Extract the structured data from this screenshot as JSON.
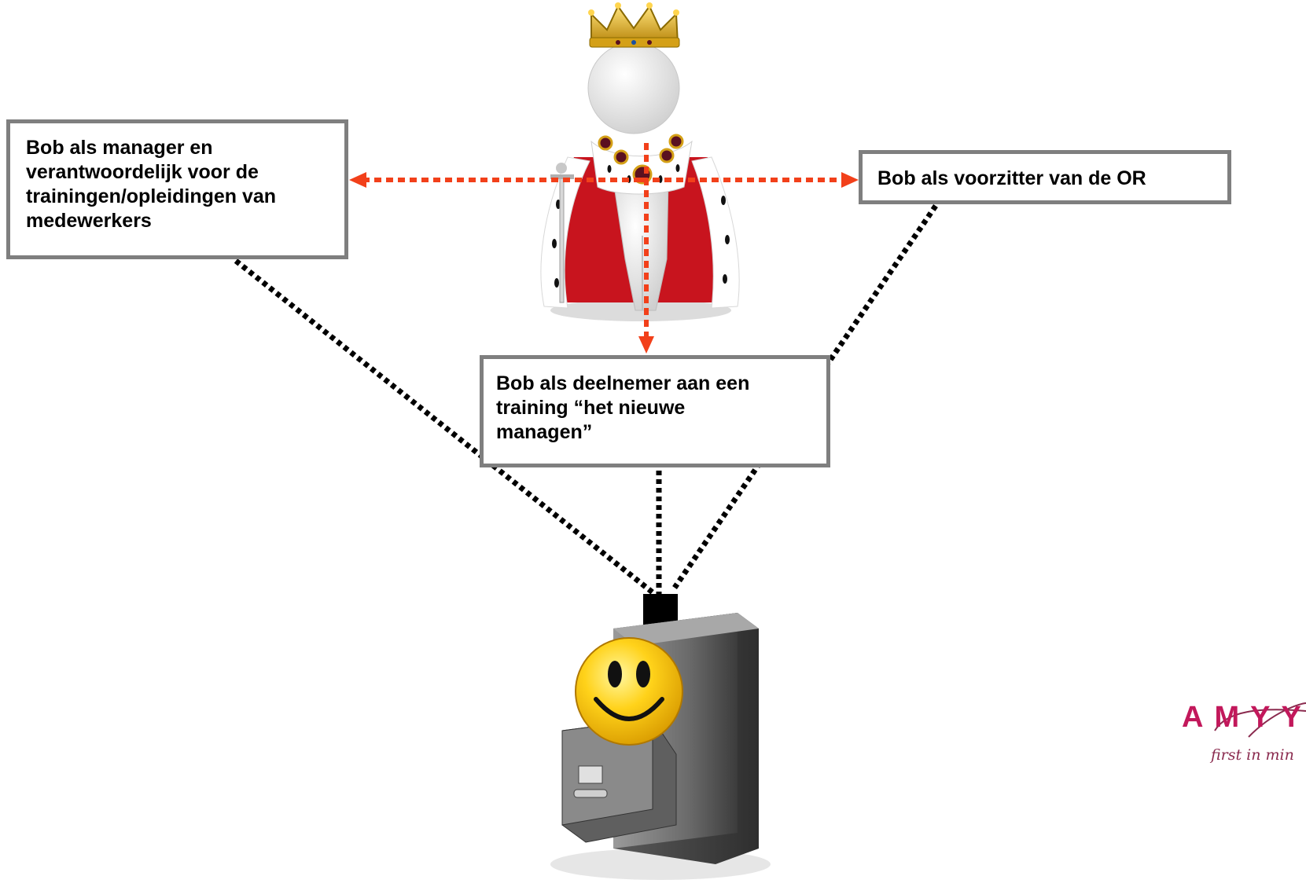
{
  "boxes": {
    "manager": "Bob als manager en\nverantwoordelijk voor de\ntrainingen/opleidingen van\nmedewerkers",
    "voorzitter": "Bob als voorzitter van de OR",
    "deelnemer": "Bob als deelnemer aan een\ntraining “het nieuwe\nmanagen”"
  },
  "logo": {
    "letters": "AMYY",
    "tagline": "first in min"
  },
  "colors": {
    "box_border": "#7f7f7f",
    "red_arrow": "#f2401a",
    "black_dotted": "#000000",
    "logo": "#c2185b"
  },
  "icons": [
    "crowned-figure-icon",
    "filing-cabinet-smiley-icon"
  ]
}
